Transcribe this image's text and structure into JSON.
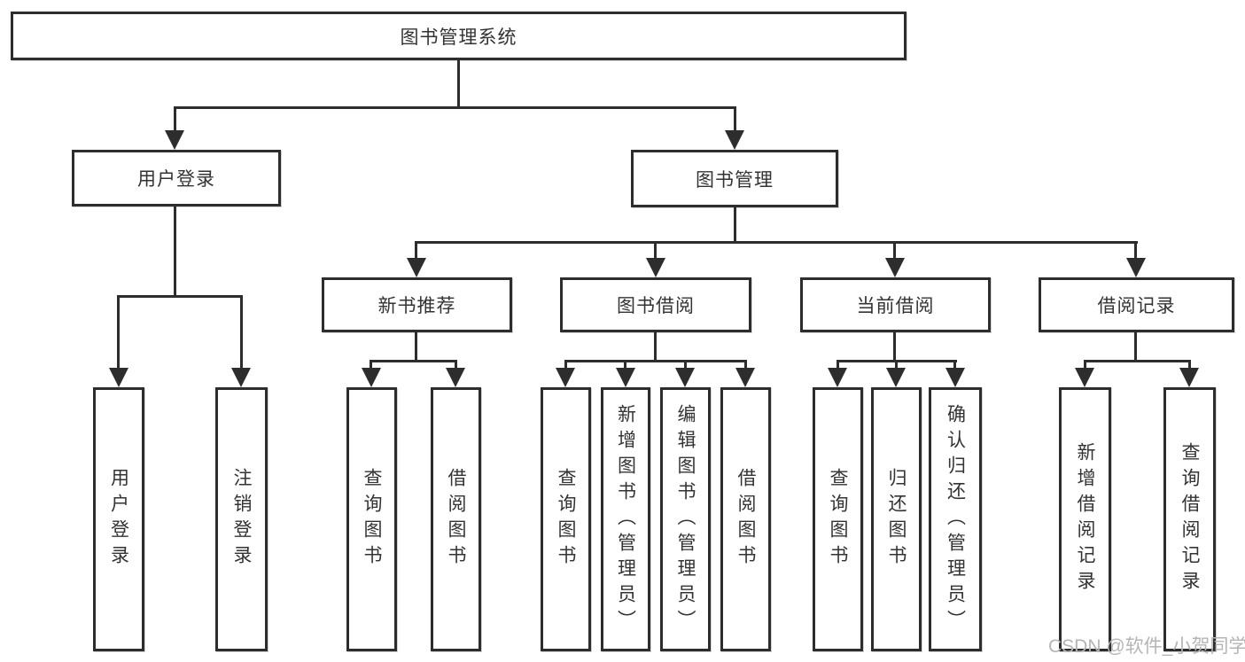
{
  "colors": {
    "line": "#2d2d2d",
    "text": "#333333",
    "watermark": "#b5b5b5",
    "background": "#ffffff"
  },
  "watermark": "CSDN @软件_小贺同学",
  "tree": {
    "root": {
      "label": "图书管理系统",
      "children": [
        {
          "label": "用户登录",
          "children": [
            {
              "label": "用户登录"
            },
            {
              "label": "注销登录"
            }
          ]
        },
        {
          "label": "图书管理",
          "children": [
            {
              "label": "新书推荐",
              "children": [
                {
                  "label": "查询图书"
                },
                {
                  "label": "借阅图书"
                }
              ]
            },
            {
              "label": "图书借阅",
              "children": [
                {
                  "label": "查询图书"
                },
                {
                  "label": "新增图书（管理员）"
                },
                {
                  "label": "编辑图书（管理员）"
                },
                {
                  "label": "借阅图书"
                }
              ]
            },
            {
              "label": "当前借阅",
              "children": [
                {
                  "label": "查询图书"
                },
                {
                  "label": "归还图书"
                },
                {
                  "label": "确认归还（管理员）"
                }
              ]
            },
            {
              "label": "借阅记录",
              "children": [
                {
                  "label": "新增借阅记录"
                },
                {
                  "label": "查询借阅记录"
                }
              ]
            }
          ]
        }
      ]
    }
  }
}
